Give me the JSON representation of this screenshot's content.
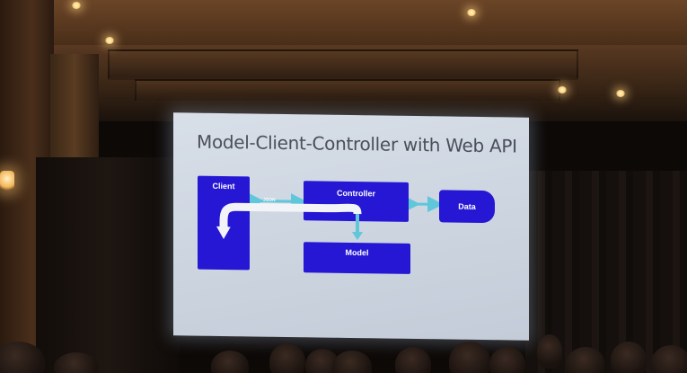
{
  "slide": {
    "title": "Model-Client-Controller with Web API",
    "boxes": {
      "client": "Client",
      "controller": "Controller",
      "model": "Model",
      "data": "Data"
    },
    "connector_label": "JSON"
  },
  "colors": {
    "box_fill": "#2517d4",
    "arrow": "#5fc7d9",
    "flow_arrow": "#f2f4f8",
    "screen": "#d8dfe8",
    "title_text": "#4a4f5a"
  }
}
